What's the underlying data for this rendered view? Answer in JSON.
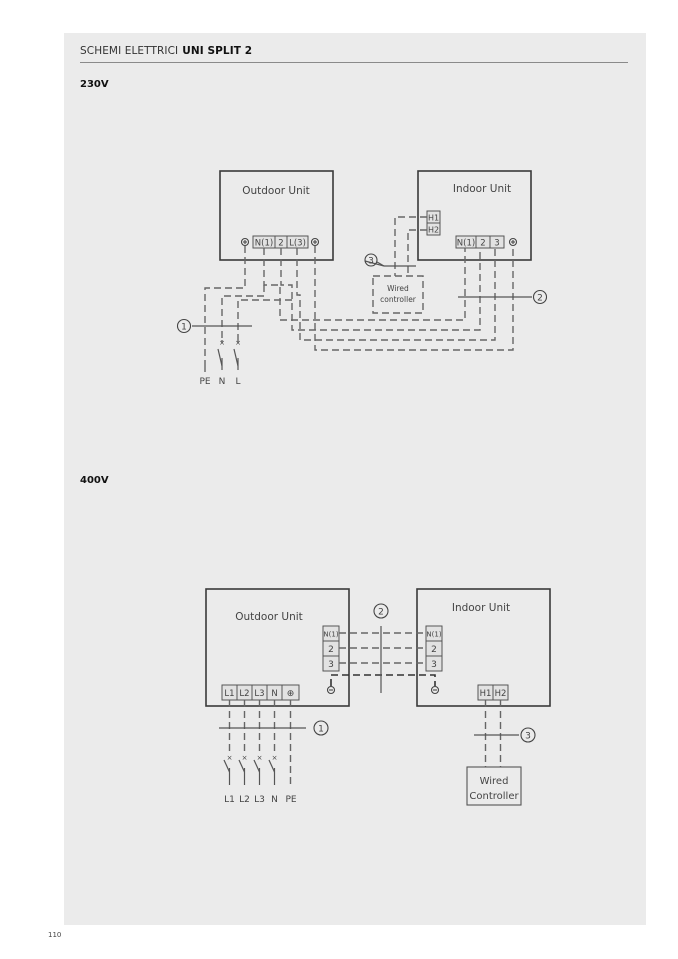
{
  "header": {
    "section": "SCHEMI ELETTRICI",
    "product": "UNI SPLIT 2"
  },
  "page_number": "110",
  "diagrams": [
    {
      "voltage": "230V",
      "outdoor_unit": {
        "title": "Outdoor Unit",
        "terminals": [
          "N(1)",
          "2",
          "L(3)"
        ]
      },
      "indoor_unit": {
        "title": "Indoor Unit",
        "terminals": [
          "N(1)",
          "2",
          "3"
        ],
        "controller_terminals": [
          "H1",
          "H2"
        ]
      },
      "wired_controller": {
        "line1": "Wired",
        "line2": "controller"
      },
      "supply_labels": [
        "PE",
        "N",
        "L"
      ],
      "callouts": [
        "1",
        "2",
        "3"
      ]
    },
    {
      "voltage": "400V",
      "outdoor_unit": {
        "title": "Outdoor Unit",
        "supply_terminals": [
          "L1",
          "L2",
          "L3",
          "N",
          "⊕"
        ],
        "link_terminals": [
          "N(1)",
          "2",
          "3"
        ]
      },
      "indoor_unit": {
        "title": "Indoor Unit",
        "terminals": [
          "N(1)",
          "2",
          "3"
        ],
        "controller_terminals": [
          "H1",
          "H2"
        ]
      },
      "wired_controller": {
        "line1": "Wired",
        "line2": "Controller"
      },
      "supply_labels": [
        "L1",
        "L2",
        "L3",
        "N",
        "PE"
      ],
      "callouts": [
        "1",
        "2",
        "3"
      ]
    }
  ]
}
